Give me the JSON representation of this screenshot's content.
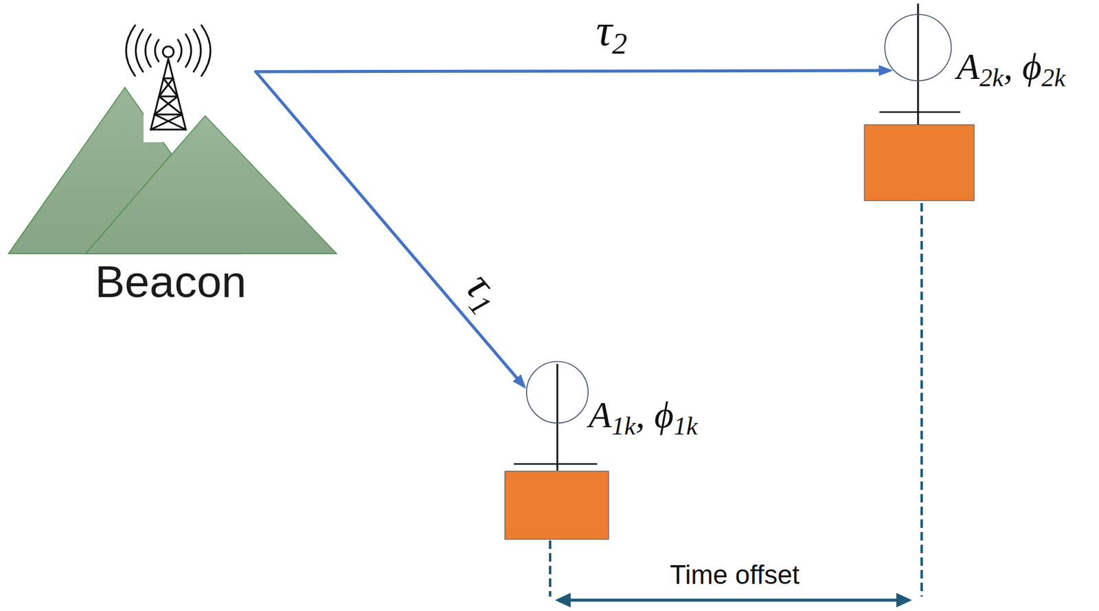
{
  "diagram": {
    "nodes": [
      {
        "text": [
          "Beacon"
        ]
      },
      {
        "text": [
          "A2k, ϕ2k"
        ]
      },
      {
        "text": [
          "A1k, ϕ1k"
        ]
      }
    ],
    "edges": [
      {
        "from": 0,
        "to": 1,
        "arrow": "to",
        "label": "τ2"
      },
      {
        "from": 0,
        "to": 2,
        "arrow": "to",
        "label": "τ1"
      }
    ],
    "labels": [
      "Time offset"
    ]
  }
}
